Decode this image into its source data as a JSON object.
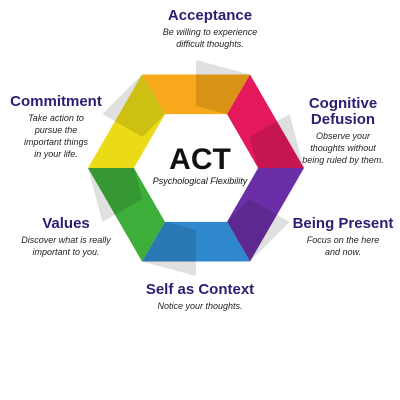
{
  "center": {
    "title": "ACT",
    "subtitle": "Psychological Flexibility"
  },
  "segments": [
    {
      "name": "acceptance",
      "color": "#f7a81b"
    },
    {
      "name": "cognitive-defusion",
      "color": "#e3195b"
    },
    {
      "name": "being-present",
      "color": "#6a2fa6"
    },
    {
      "name": "self-as-context",
      "color": "#2f88cc"
    },
    {
      "name": "values",
      "color": "#3dae3a"
    },
    {
      "name": "commitment",
      "color": "#eadb16"
    }
  ],
  "labels": {
    "acceptance": {
      "title": "Acceptance",
      "desc": "Be willing to experience\ndifficult thoughts."
    },
    "cognitive_defusion": {
      "title": "Cognitive\nDefusion",
      "desc": "Observe your\nthoughts without\nbeing ruled by them."
    },
    "being_present": {
      "title": "Being Present",
      "desc": "Focus on the here\nand now."
    },
    "self_as_context": {
      "title": "Self as Context",
      "desc": "Notice your thoughts."
    },
    "values": {
      "title": "Values",
      "desc": "Discover what is really\nimportant to you."
    },
    "commitment": {
      "title": "Commitment",
      "desc": "Take action to\npursue the\nimportant things\nin your life."
    }
  }
}
